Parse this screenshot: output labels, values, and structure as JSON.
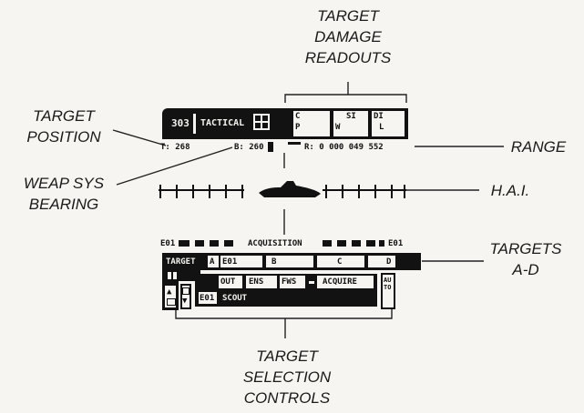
{
  "callouts": {
    "target_damage": [
      "TARGET",
      "DAMAGE",
      "READOUTS"
    ],
    "target_position": [
      "TARGET",
      "POSITION"
    ],
    "range": "RANGE",
    "weap_sys_bearing": [
      "WEAP SYS",
      "BEARING"
    ],
    "hai": "H.A.I.",
    "targets_a_d": [
      "TARGETS",
      "A-D"
    ],
    "target_selection": [
      "TARGET",
      "SELECTION",
      "CONTROLS"
    ]
  },
  "hud": {
    "heading_value": "303",
    "mode_label": "TACTICAL",
    "damage_labels": [
      "C",
      "P",
      "SI",
      "W",
      "DI",
      "L"
    ],
    "target_position": "T: 268",
    "bearing": "B: 260",
    "range": "R: 0 000 049 552",
    "acquisition_header": "ACQUISITION",
    "acq_left_code": "E01",
    "acq_right_code": "E01",
    "target_label": "TARGET",
    "targets": [
      {
        "slot": "A",
        "value": "E01"
      },
      {
        "slot": "B",
        "value": ""
      },
      {
        "slot": "C",
        "value": ""
      },
      {
        "slot": "D",
        "value": ""
      }
    ],
    "buttons": {
      "out": "OUT",
      "ens": "ENS",
      "fws": "FWS",
      "acquire": "ACQUIRE",
      "auto": "AUTO",
      "selected_code": "E01",
      "selected_name": "SCOUT"
    }
  },
  "colors": {
    "ink": "#121212",
    "paper": "#f6f5f1"
  }
}
